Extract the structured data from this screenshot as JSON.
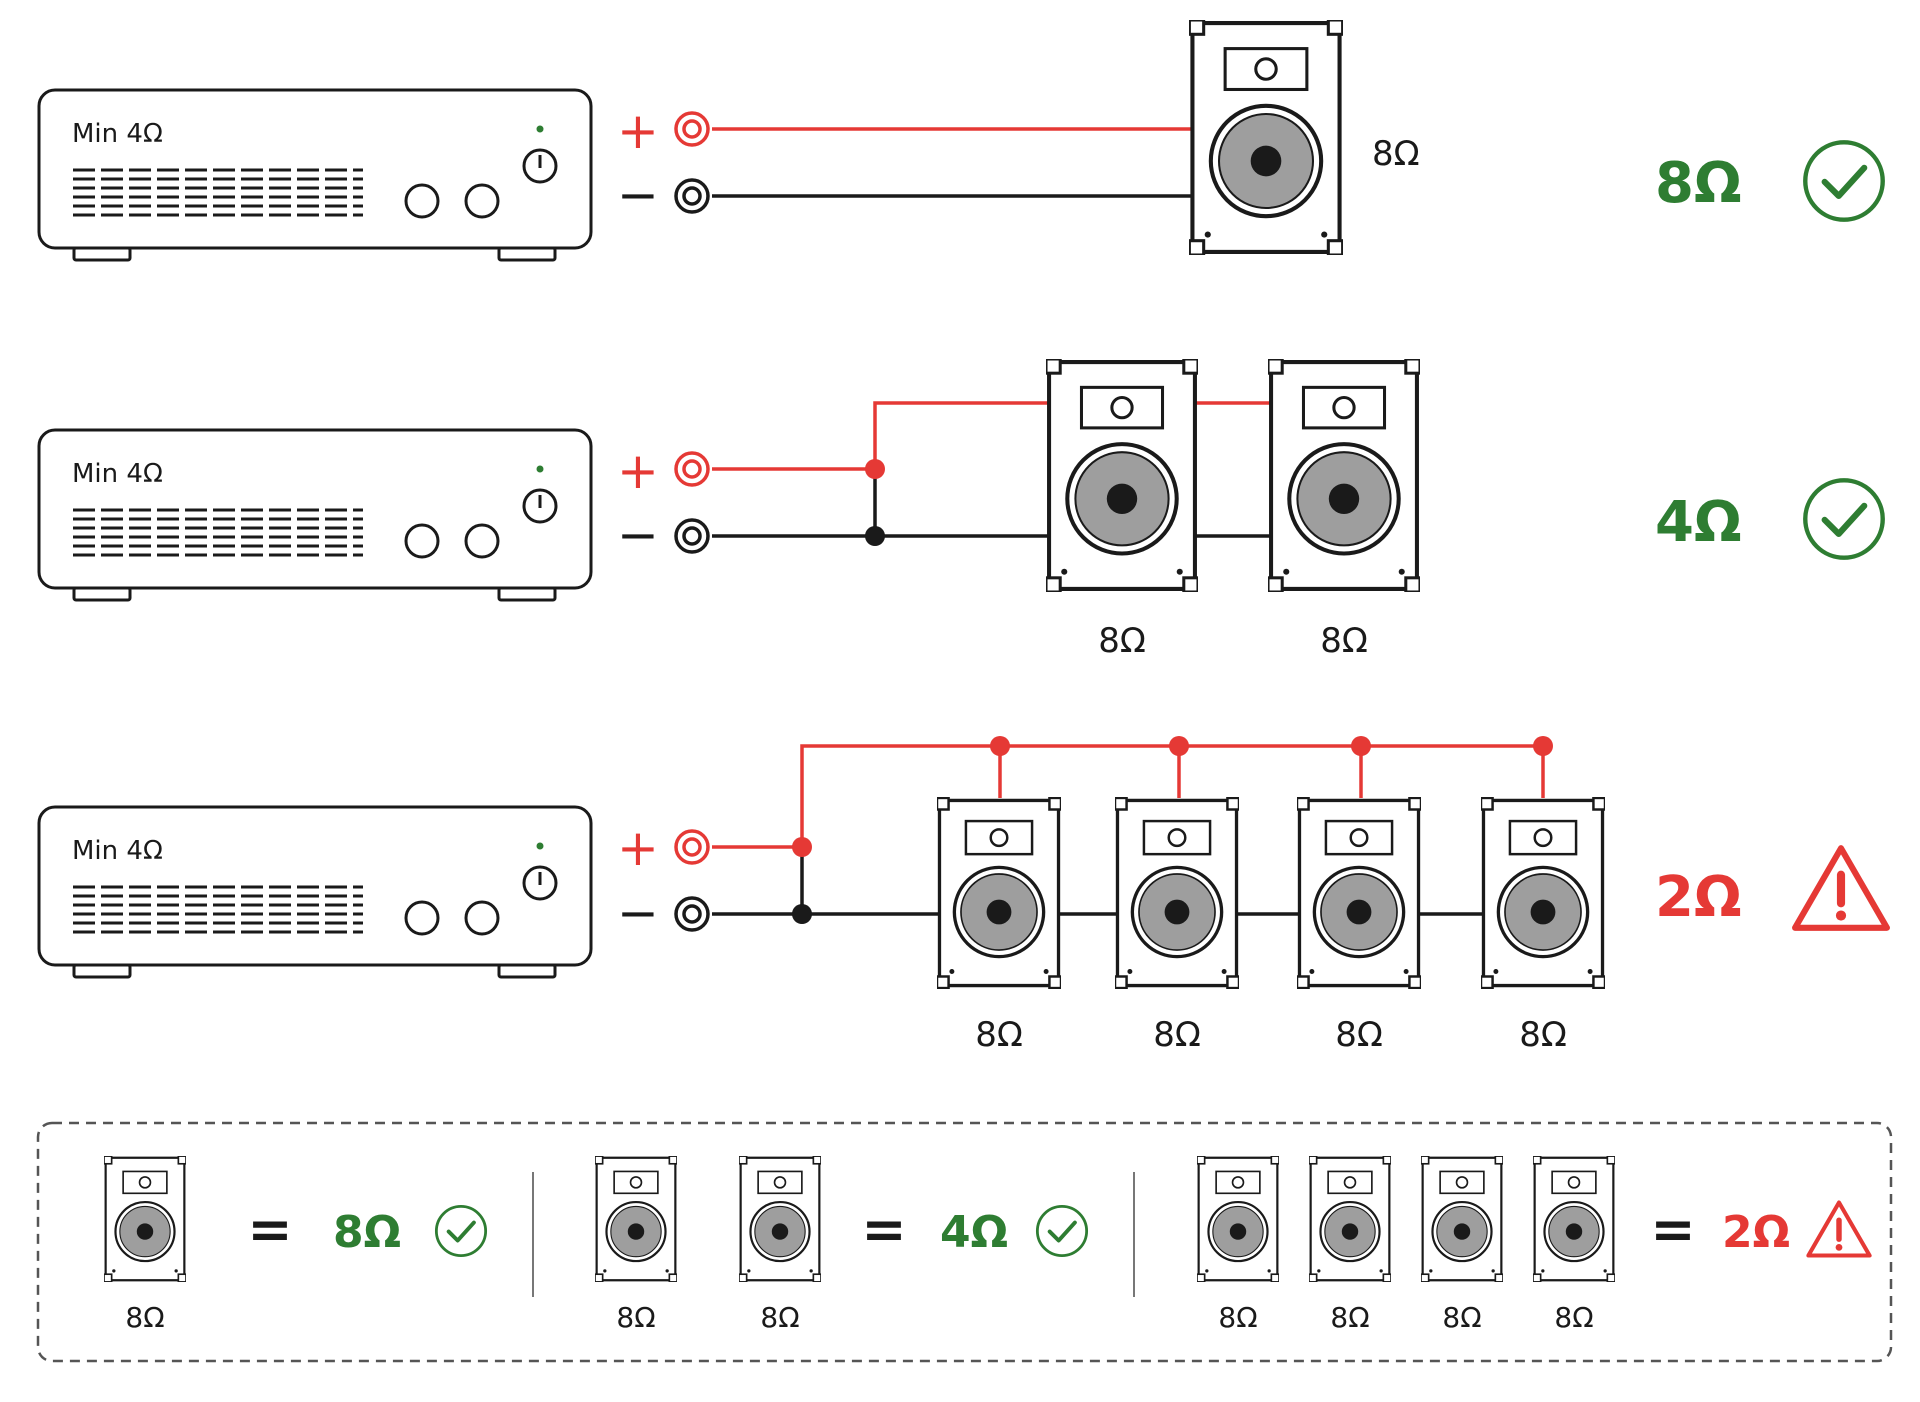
{
  "colors": {
    "ok": "#2e7d32",
    "warn": "#e53935",
    "wire_positive": "#e53935",
    "wire_negative": "#1a1a1a",
    "line": "#1a1a1a",
    "speaker_cone": "#9e9e9e"
  },
  "icons": {
    "ok": "check-circle-icon",
    "warn": "warning-triangle-icon",
    "speaker": "speaker-icon",
    "amplifier": "amplifier-icon"
  },
  "amp": {
    "label": "Min 4Ω"
  },
  "terminals": {
    "positive": "+",
    "negative": "−"
  },
  "rows": [
    {
      "speakers": [
        "8Ω"
      ],
      "total": "8Ω",
      "status": "ok"
    },
    {
      "speakers": [
        "8Ω",
        "8Ω"
      ],
      "total": "4Ω",
      "status": "ok"
    },
    {
      "speakers": [
        "8Ω",
        "8Ω",
        "8Ω",
        "8Ω"
      ],
      "total": "2Ω",
      "status": "warn"
    }
  ],
  "legend": {
    "equals": "=",
    "groups": [
      {
        "speakers": [
          "8Ω"
        ],
        "total": "8Ω",
        "status": "ok"
      },
      {
        "speakers": [
          "8Ω",
          "8Ω"
        ],
        "total": "4Ω",
        "status": "ok"
      },
      {
        "speakers": [
          "8Ω",
          "8Ω",
          "8Ω",
          "8Ω"
        ],
        "total": "2Ω",
        "status": "warn"
      }
    ]
  }
}
